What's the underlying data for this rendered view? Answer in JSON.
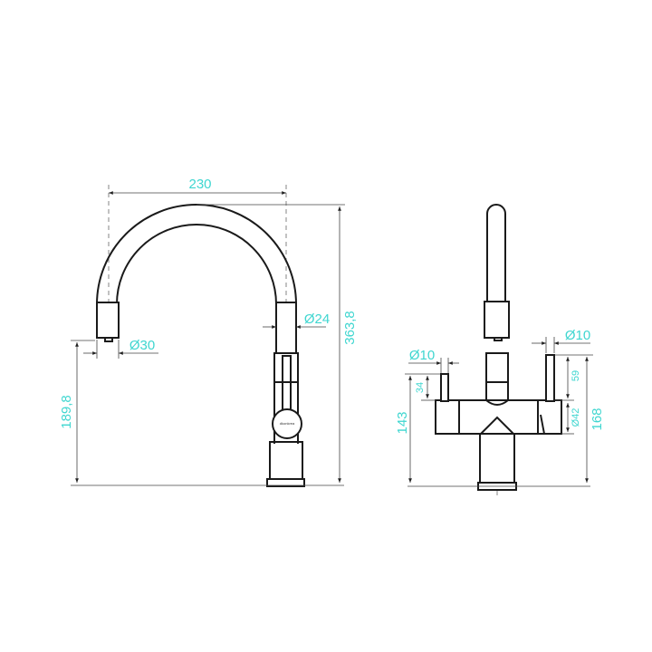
{
  "colors": {
    "dimension_text": "#3fd6d0",
    "outline": "#1a1a1a"
  },
  "side_view": {
    "spout_reach": "230",
    "spout_tube_diameter": "Ø24",
    "aerator_diameter": "Ø30",
    "spout_outlet_height": "189,8",
    "total_height": "363,8",
    "logo_text": "dkonkrea"
  },
  "front_view": {
    "left_handle_diameter": "Ø10",
    "left_handle_height": "34",
    "left_handle_top_height": "143",
    "right_handle_diameter": "Ø10",
    "right_handle_height": "59",
    "body_diameter": "Ø42",
    "right_handle_top_height": "168"
  }
}
